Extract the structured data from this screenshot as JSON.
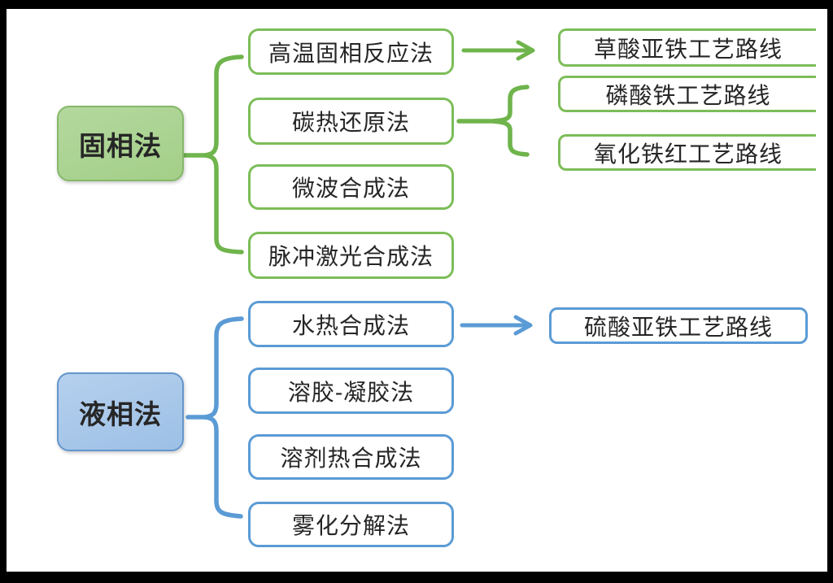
{
  "solid": {
    "root": "固相法",
    "methods": [
      "高温固相反应法",
      "碳热还原法",
      "微波合成法",
      "脉冲激光合成法"
    ],
    "routes": [
      "草酸亚铁工艺路线",
      "磷酸铁工艺路线",
      "氧化铁红工艺路线"
    ]
  },
  "liquid": {
    "root": "液相法",
    "methods": [
      "水热合成法",
      "溶胶-凝胶法",
      "溶剂热合成法",
      "雾化分解法"
    ],
    "routes": [
      "硫酸亚铁工艺路线"
    ]
  },
  "colors": {
    "green_line": "#6fb44c",
    "green_border": "#7cbd58",
    "green_fill_top": "#b4d89e",
    "green_fill_bottom": "#a3cf88",
    "blue_line": "#5b9bd5",
    "blue_border": "#5b9bd5",
    "blue_fill_top": "#b6d0ee",
    "blue_fill_bottom": "#9cc0e5",
    "text": "#262626",
    "frame": "#000000",
    "background": "#ffffff"
  }
}
